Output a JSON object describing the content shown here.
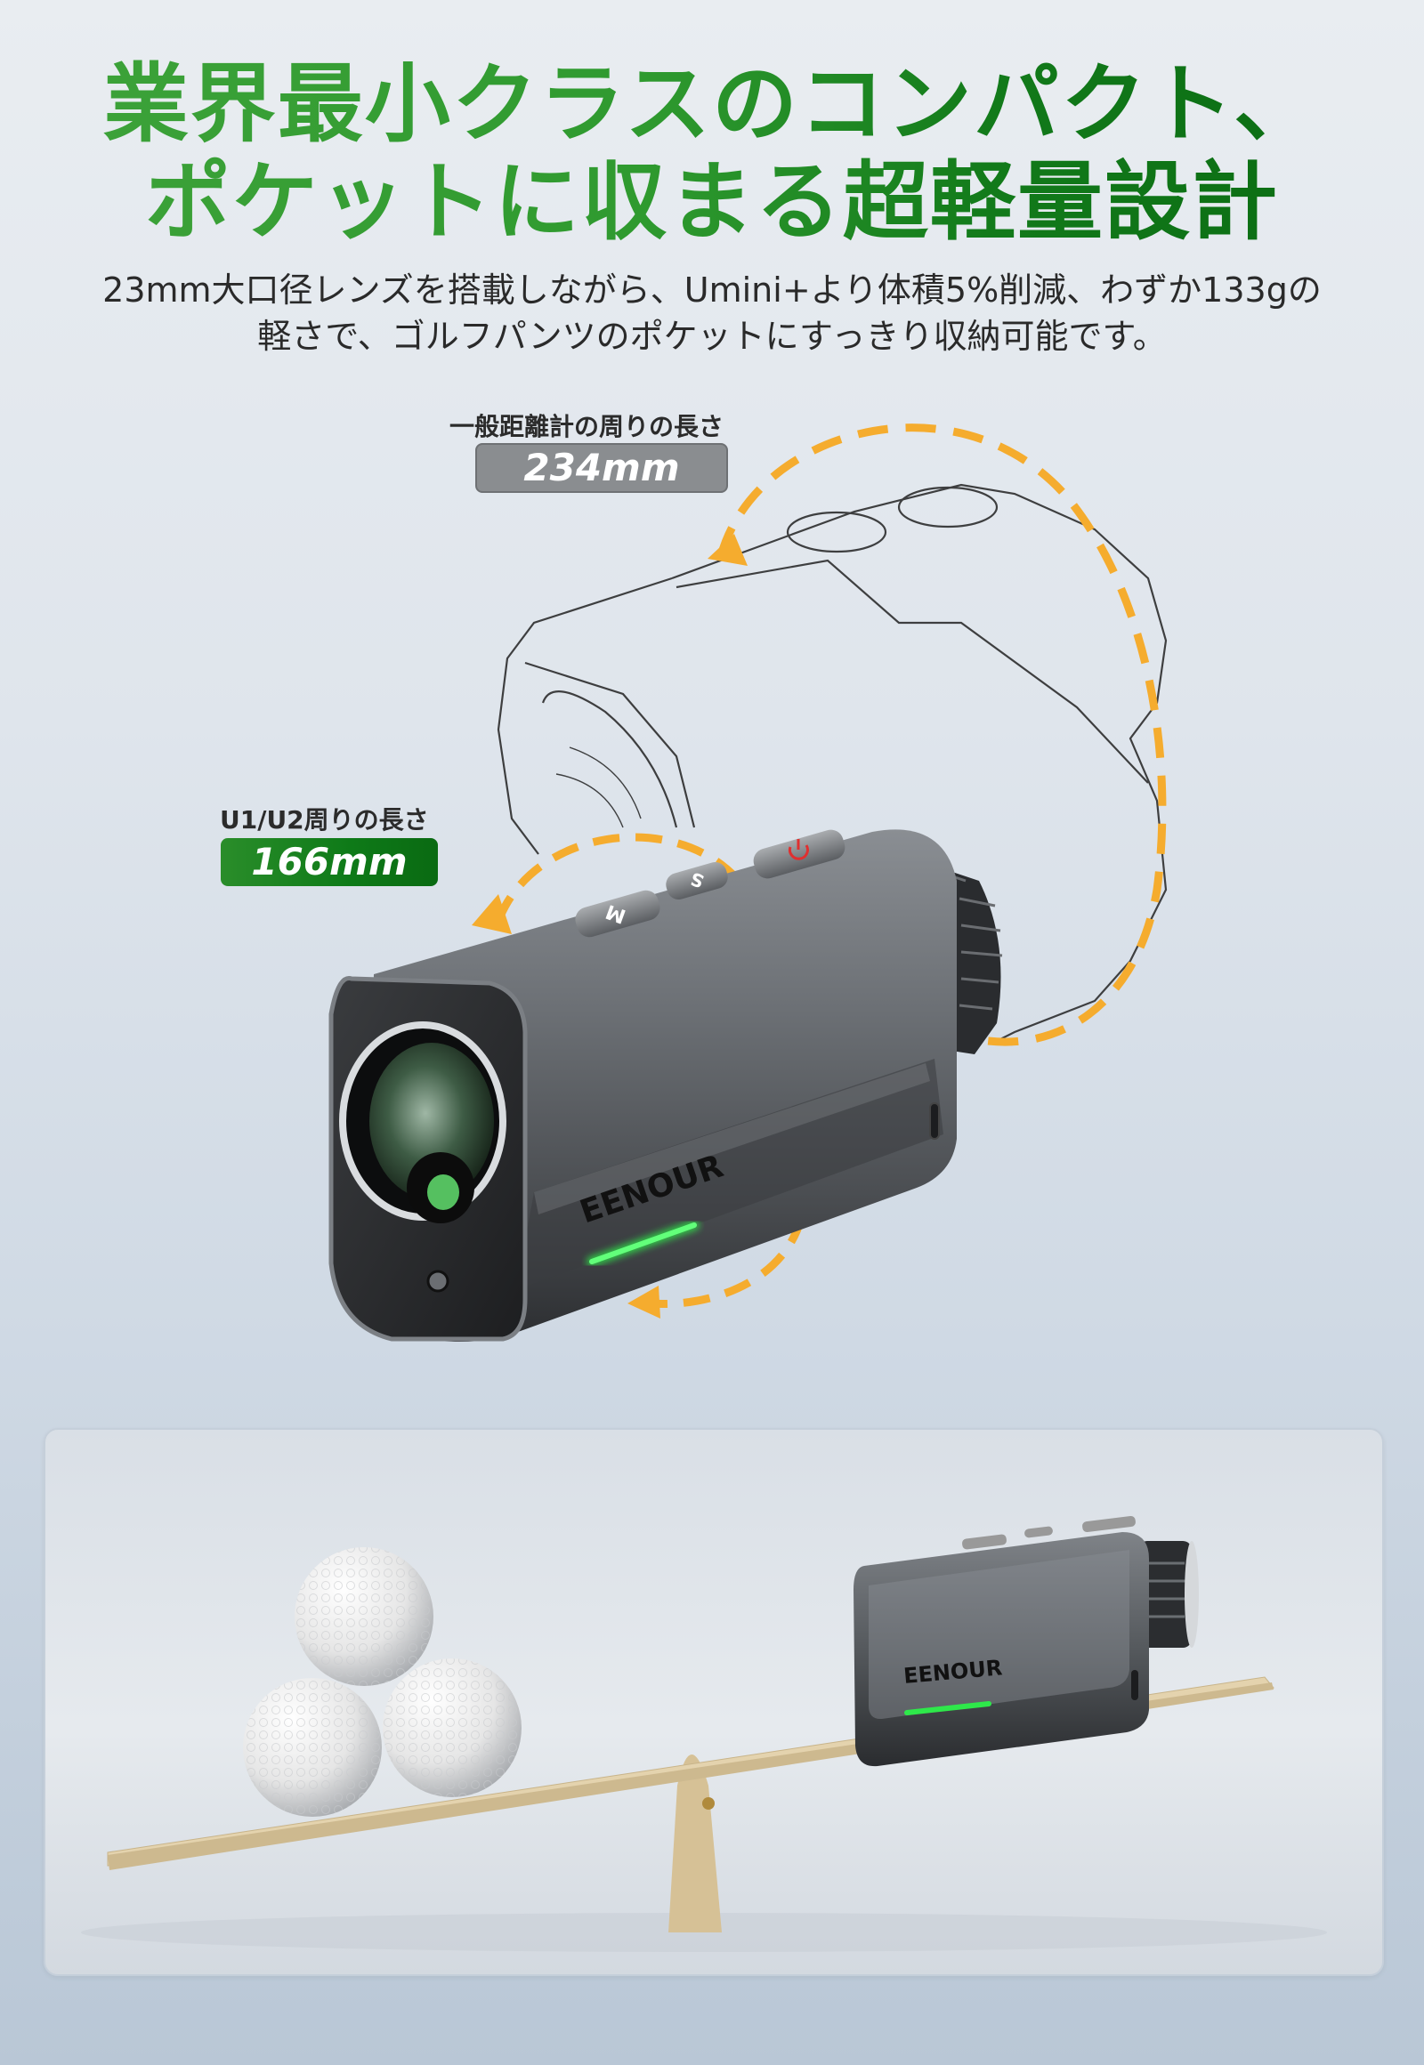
{
  "headline": {
    "line1": "業界最小クラスのコンパクト、",
    "line2": "ポケットに収まる超軽量設計",
    "gradient_colors": [
      "#3ea33a",
      "#0a6a12"
    ]
  },
  "subtitle": {
    "line1": "23mm大口径レンズを搭載しながら、Umini+より体積5%削減、わずか133gの",
    "line2": "軽さで、ゴルフパンツのポケットにすっきり収納可能です。"
  },
  "comparison": {
    "general": {
      "caption": "一般距離計の周りの長さ",
      "value": "234mm",
      "pill_color": "#8a8d90"
    },
    "product": {
      "caption": "U1/U2周りの長さ",
      "value": "166mm",
      "pill_color": "#1e8a22"
    },
    "dashed_arrow_color": "#f5ac2e"
  },
  "device": {
    "brand": "EENOUR",
    "buttons": [
      "M",
      "S",
      "power"
    ],
    "led_color": "#2ee84a",
    "power_icon_color": "#e03030"
  },
  "seesaw_panel": {
    "brand": "EENOUR",
    "left_item": "golf-balls-3",
    "right_item": "rangefinder",
    "beam_color": "#d8c59c"
  }
}
